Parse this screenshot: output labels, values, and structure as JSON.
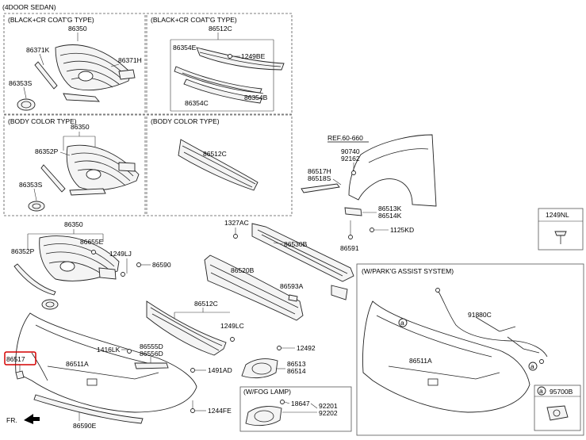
{
  "header": {
    "title": "(4DOOR SEDAN)",
    "ref_label": "REF.60-660",
    "front_label": "FR."
  },
  "boxes": {
    "black_cr_1": "(BLACK+CR COAT'G TYPE)",
    "black_cr_2": "(BLACK+CR COAT'G TYPE)",
    "body_color_1": "(BODY COLOR TYPE)",
    "body_color_2": "(BODY COLOR TYPE)",
    "park_assist": "(W/PARK'G ASSIST SYSTEM)",
    "fog_lamp": "(W/FOG LAMP)",
    "box_1249nl": "1249NL",
    "box_95700b": "95700B",
    "circle_a": "a"
  },
  "labels": {
    "p86350_a": "86350",
    "p86371k": "86371K",
    "p86371h": "86371H",
    "p86353s_a": "86353S",
    "p86512c_a": "86512C",
    "p86354e": "86354E",
    "p1249be": "1249BE",
    "p86354c": "86354C",
    "p86354b": "86354B",
    "p86350_b": "86350",
    "p86352p_a": "86352P",
    "p86353s_b": "86353S",
    "p86512c_b": "86512C",
    "p90740": "90740",
    "p92162": "92162",
    "p86517h": "86517H",
    "p86518s": "86518S",
    "p86513k": "86513K",
    "p86514k": "86514K",
    "p1125kd": "1125KD",
    "p86591": "86591",
    "p1327ac": "1327AC",
    "p86350_c": "86350",
    "p86655e": "86655E",
    "p86352p_b": "86352P",
    "p1249lj": "1249LJ",
    "p86590": "86590",
    "p86530b": "86530B",
    "p86520b": "86520B",
    "p86593a": "86593A",
    "p86512c_c": "86512C",
    "p1249lc": "1249LC",
    "p86517": "86517",
    "p1416lk": "1416LK",
    "p86555d": "86555D",
    "p86556d": "86556D",
    "p86511a_a": "86511A",
    "p12492": "12492",
    "p86513": "86513",
    "p86514": "86514",
    "p1491ad": "1491AD",
    "p18647": "18647",
    "p92201": "92201",
    "p92202": "92202",
    "p1244fe": "1244FE",
    "p86590e": "86590E",
    "p91880c": "91880C",
    "p86511a_b": "86511A"
  },
  "colors": {
    "highlight_box": "#d40000",
    "line": "#222222",
    "dashed_box": "#555555"
  }
}
